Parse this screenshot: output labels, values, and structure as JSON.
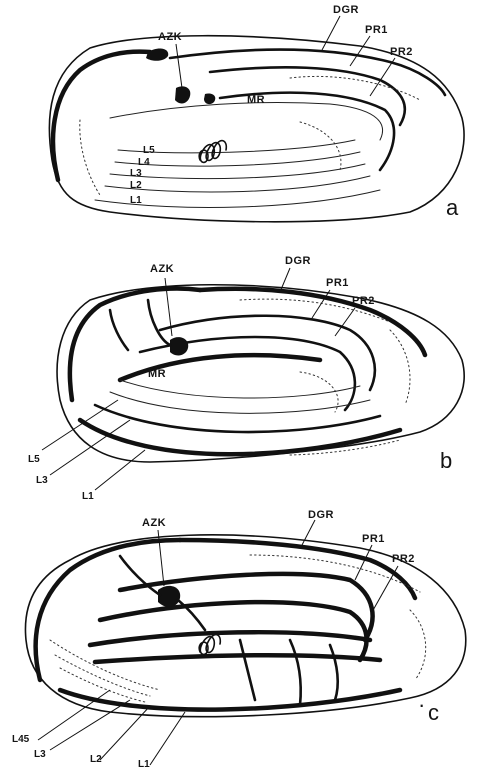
{
  "figure": {
    "panels": [
      {
        "letter": "a",
        "labels": [
          "AZK",
          "DGR",
          "PR1",
          "PR2",
          "MR",
          "L5",
          "L4",
          "L3",
          "L2",
          "L1"
        ]
      },
      {
        "letter": "b",
        "labels": [
          "AZK",
          "DGR",
          "PR1",
          "PR2",
          "MR",
          "L5",
          "L3",
          "L1"
        ]
      },
      {
        "letter": "c",
        "labels": [
          "AZK",
          "DGR",
          "PR1",
          "PR2",
          "L45",
          "L3",
          "L2",
          "L1"
        ]
      }
    ]
  }
}
